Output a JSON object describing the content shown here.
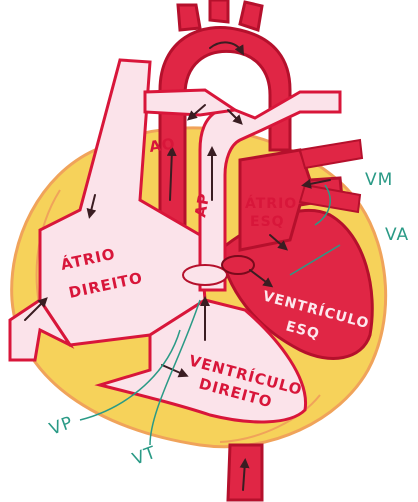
{
  "labels": {
    "ao": "AO",
    "ap": "AP",
    "atrio_esq_1": "ÁTRIO",
    "atrio_esq_2": "ESQ",
    "atrio_dir_1": "ÁTRIO",
    "atrio_dir_2": "DIREITO",
    "ventriculo_esq_1": "VENTRÍCULO",
    "ventriculo_esq_2": "ESQ",
    "ventriculo_dir_1": "VENTRÍCULO",
    "ventriculo_dir_2": "DIREITO",
    "vm": "VM",
    "va": "VA",
    "vp": "VP",
    "vt": "VT"
  },
  "colors": {
    "pericardium_yellow": "#f6d25a",
    "pericardium_orange": "#f0a35a",
    "oxygenated_red": "#e02645",
    "deoxygenated_pink": "#fbe3ea",
    "outline_red": "#d8163a",
    "leader_teal": "#2a9a86"
  }
}
